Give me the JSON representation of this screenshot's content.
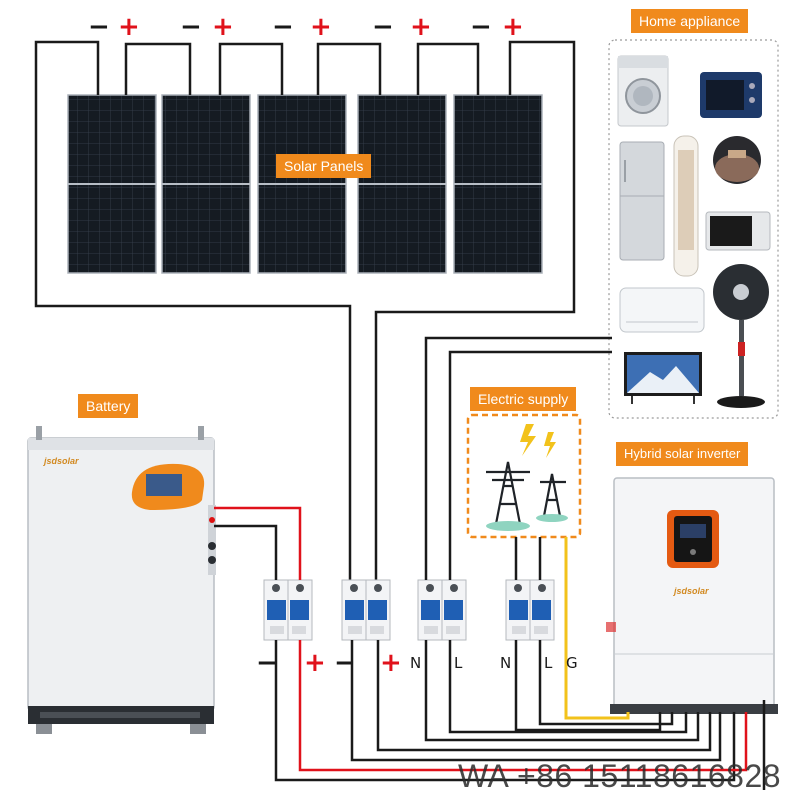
{
  "labels": {
    "solar_panels": "Solar Panels",
    "home_appliance": "Home appliance",
    "battery": "Battery",
    "electric_supply": "Electric supply",
    "inverter": "Hybrid solar inverter"
  },
  "panel_polarity": [
    {
      "neg": "−",
      "pos": "+"
    },
    {
      "neg": "−",
      "pos": "+"
    },
    {
      "neg": "−",
      "pos": "+"
    },
    {
      "neg": "−",
      "pos": "+"
    },
    {
      "neg": "−",
      "pos": "+"
    }
  ],
  "breaker_labels": {
    "battery_neg": "−",
    "battery_pos": "+",
    "pv_neg": "−",
    "pv_pos": "+",
    "load_n": "N",
    "load_l": "L",
    "grid_n": "N",
    "grid_l": "L",
    "grid_g": "G"
  },
  "branding": {
    "brand_name": "jsdsolar",
    "watermark": "WA +86 15118616828"
  },
  "colors": {
    "accent_orange": "#f08a1c",
    "wire_black": "#1a1a1a",
    "wire_red": "#e0121b",
    "wire_yellow": "#f2c21b",
    "breaker_blue": "#1f5fb4"
  }
}
